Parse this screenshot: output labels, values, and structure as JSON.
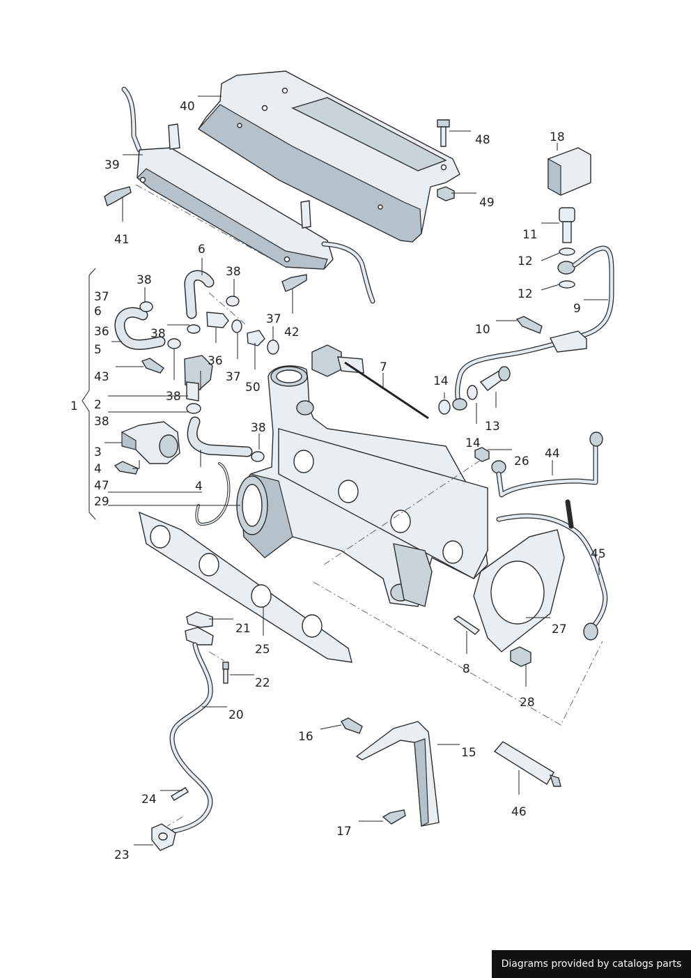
{
  "callouts": [
    {
      "id": "40",
      "text": "40"
    },
    {
      "id": "39",
      "text": "39"
    },
    {
      "id": "41",
      "text": "41"
    },
    {
      "id": "48",
      "text": "48"
    },
    {
      "id": "49",
      "text": "49"
    },
    {
      "id": "18",
      "text": "18"
    },
    {
      "id": "11",
      "text": "11"
    },
    {
      "id": "12a",
      "text": "12"
    },
    {
      "id": "12b",
      "text": "12"
    },
    {
      "id": "9",
      "text": "9"
    },
    {
      "id": "10",
      "text": "10"
    },
    {
      "id": "6a",
      "text": "6"
    },
    {
      "id": "38a",
      "text": "38"
    },
    {
      "id": "38b",
      "text": "38"
    },
    {
      "id": "37a",
      "text": "37"
    },
    {
      "id": "6b",
      "text": "6"
    },
    {
      "id": "36a",
      "text": "36"
    },
    {
      "id": "38c",
      "text": "38"
    },
    {
      "id": "5",
      "text": "5"
    },
    {
      "id": "37b",
      "text": "37"
    },
    {
      "id": "42",
      "text": "42"
    },
    {
      "id": "43",
      "text": "43"
    },
    {
      "id": "36b",
      "text": "36"
    },
    {
      "id": "37c",
      "text": "37"
    },
    {
      "id": "50",
      "text": "50"
    },
    {
      "id": "7",
      "text": "7"
    },
    {
      "id": "14a",
      "text": "14"
    },
    {
      "id": "38d",
      "text": "38"
    },
    {
      "id": "1",
      "text": "1"
    },
    {
      "id": "2",
      "text": "2"
    },
    {
      "id": "38e",
      "text": "38"
    },
    {
      "id": "13",
      "text": "13"
    },
    {
      "id": "38f",
      "text": "38"
    },
    {
      "id": "14b",
      "text": "14"
    },
    {
      "id": "26",
      "text": "26"
    },
    {
      "id": "44",
      "text": "44"
    },
    {
      "id": "3",
      "text": "3"
    },
    {
      "id": "4a",
      "text": "4"
    },
    {
      "id": "47",
      "text": "47"
    },
    {
      "id": "4b",
      "text": "4"
    },
    {
      "id": "29",
      "text": "29"
    },
    {
      "id": "45",
      "text": "45"
    },
    {
      "id": "21",
      "text": "21"
    },
    {
      "id": "27",
      "text": "27"
    },
    {
      "id": "25",
      "text": "25"
    },
    {
      "id": "8",
      "text": "8"
    },
    {
      "id": "22",
      "text": "22"
    },
    {
      "id": "28",
      "text": "28"
    },
    {
      "id": "20",
      "text": "20"
    },
    {
      "id": "16",
      "text": "16"
    },
    {
      "id": "15",
      "text": "15"
    },
    {
      "id": "24",
      "text": "24"
    },
    {
      "id": "46",
      "text": "46"
    },
    {
      "id": "17",
      "text": "17"
    },
    {
      "id": "23",
      "text": "23"
    }
  ],
  "credit": "Diagrams provided by catalogs parts",
  "colors": {
    "part_fill": "#e8eef2",
    "part_shade": "#b5c2cc",
    "outline": "#2b2b2b",
    "credit_background": "#111111",
    "credit_text": "#ffffff"
  }
}
